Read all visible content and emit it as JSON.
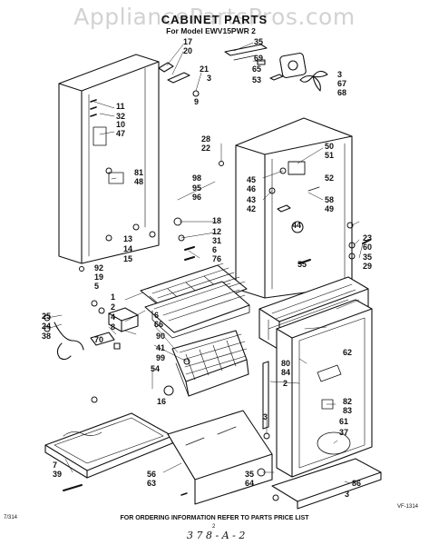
{
  "header": {
    "watermark": "AppliancePartsPros.com",
    "title": "CABINET PARTS",
    "subtitle": "For Model EWV15PWR 2"
  },
  "footer": {
    "ordering_note": "FOR ORDERING INFORMATION REFER TO PARTS PRICE LIST",
    "code_left": "7/314",
    "code_right": "VF-1314",
    "page_number": "2",
    "handwritten": "3 7 8 - A - 2"
  },
  "callouts": {
    "c17": "17",
    "c20": "20",
    "c35a": "35",
    "c69": "69",
    "c21": "21",
    "c3a": "3",
    "c65": "65",
    "c3b": "3",
    "c67": "67",
    "c68": "68",
    "c53": "53",
    "c9": "9",
    "c11": "11",
    "c32": "32",
    "c10": "10",
    "c47": "47",
    "c81": "81",
    "c48": "48",
    "c28": "28",
    "c22": "22",
    "c50": "50",
    "c51": "51",
    "c45": "45",
    "c46": "46",
    "c52": "52",
    "c43": "43",
    "c42": "42",
    "c58": "58",
    "c49": "49",
    "c44": "44",
    "c98": "98",
    "c95": "95",
    "c96": "96",
    "c18": "18",
    "c12": "12",
    "c31": "31",
    "c6a": "6",
    "c76": "76",
    "c13": "13",
    "c14": "14",
    "c15": "15",
    "c92": "92",
    "c19": "19",
    "c5a": "5",
    "c23": "23",
    "c60": "60",
    "c35b": "35",
    "c29": "29",
    "c55": "55",
    "c1": "1",
    "c2a": "2",
    "c6b": "6",
    "c66": "66",
    "c4": "4",
    "c25": "25",
    "c24": "24",
    "c5b": "5",
    "c38": "38",
    "c90": "90",
    "c41": "41",
    "c99": "99",
    "c70": "70",
    "c54": "54",
    "c62": "62",
    "c80": "80",
    "c84": "84",
    "c2b": "2",
    "c82": "82",
    "c83": "83",
    "c61": "61",
    "c37": "37",
    "c16": "16",
    "c3c": "3",
    "c7": "7",
    "c39": "39",
    "c56": "56",
    "c63": "63",
    "c35c": "35",
    "c64": "64",
    "c86": "86",
    "c3d": "3",
    "c8": "8"
  }
}
